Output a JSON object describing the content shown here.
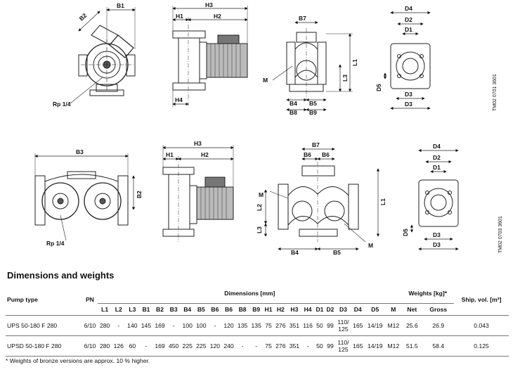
{
  "drawings": {
    "top_left": {
      "labels": {
        "b1": "B1",
        "b2": "B2",
        "rp": "Rp 1/4"
      }
    },
    "top_side": {
      "labels": {
        "h3": "H3",
        "h1": "H1",
        "h2": "H2",
        "h4": "H4"
      }
    },
    "top_front": {
      "labels": {
        "b7": "B7",
        "m": "M",
        "l1": "L1",
        "l3": "L3",
        "b4": "B4",
        "b5": "B5",
        "b8": "B8",
        "b9": "B9"
      }
    },
    "top_flange": {
      "labels": {
        "d4": "D4",
        "d2": "D2",
        "d1": "D1",
        "d5": "D5",
        "d3a": "D3",
        "d3b": "D3"
      },
      "code": "TM02 0701 3601"
    },
    "bot_left": {
      "labels": {
        "b3": "B3",
        "b2": "B2",
        "rp": "Rp 1/4"
      }
    },
    "bot_side": {
      "labels": {
        "h3": "H3",
        "h1": "H1",
        "h2": "H2"
      }
    },
    "bot_front": {
      "labels": {
        "b7": "B7",
        "b6a": "B6",
        "b6b": "B6",
        "m": "M",
        "l1": "L1",
        "l2": "L2",
        "l3": "L3",
        "b4": "B4",
        "b5": "B5",
        "m2": "M"
      }
    },
    "bot_flange": {
      "labels": {
        "d4": "D4",
        "d2": "D2",
        "d1": "D1",
        "d5": "D5",
        "d3a": "D3",
        "d3b": "D3"
      },
      "code": "TM02 0703 3601"
    }
  },
  "section_title": "Dimensions and weights",
  "table": {
    "pump_type_header": "Pump type",
    "pn_header": "PN",
    "dimensions_header": "Dimensions [mm]",
    "weights_header": "Weights [kg]*",
    "ship_header": "Ship. vol. [m³]",
    "dim_columns": [
      "L1",
      "L2",
      "L3",
      "B1",
      "B2",
      "B3",
      "B4",
      "B5",
      "B6",
      "B6",
      "B8",
      "B9",
      "H1",
      "H2",
      "H3",
      "H4",
      "D1",
      "D2",
      "D3",
      "D4",
      "D5",
      "M"
    ],
    "weight_columns": [
      "Net",
      "Gross"
    ],
    "rows": [
      {
        "type": "UPS 50-180 F 280",
        "pn": "6/10",
        "dims": [
          "280",
          "-",
          "140",
          "145",
          "169",
          "-",
          "100",
          "100",
          "-",
          "120",
          "135",
          "135",
          "75",
          "276",
          "351",
          "116",
          "50",
          "99",
          "110/\n125",
          "165",
          "14/19",
          "M12"
        ],
        "net": "25.6",
        "gross": "26.9",
        "ship": "0.043"
      },
      {
        "type": "UPSD 50-180 F 280",
        "pn": "6/10",
        "dims": [
          "280",
          "126",
          "60",
          "-",
          "169",
          "450",
          "225",
          "225",
          "120",
          "240",
          "-",
          "-",
          "75",
          "276",
          "351",
          "-",
          "50",
          "99",
          "110/\n125",
          "165",
          "14/19",
          "M12"
        ],
        "net": "51.5",
        "gross": "58.4",
        "ship": "0.125"
      }
    ]
  },
  "footnote": "* Weights of bronze versions are approx. 10 % higher."
}
